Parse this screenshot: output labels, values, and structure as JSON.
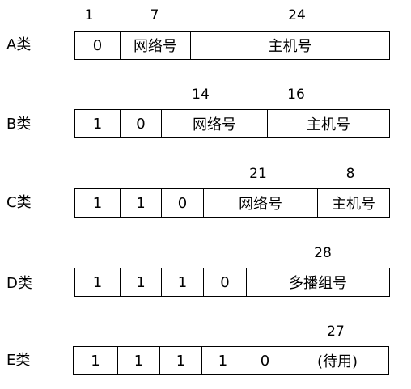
{
  "classes": [
    {
      "label": "A类",
      "top_labels": [
        "1",
        "7",
        "24"
      ],
      "cells": [
        "0",
        "网络号",
        "主机号"
      ]
    },
    {
      "label": "B类",
      "top_labels": [
        "14",
        "16"
      ],
      "cells": [
        "1",
        "0",
        "网络号",
        "主机号"
      ]
    },
    {
      "label": "C类",
      "top_labels": [
        "21",
        "8"
      ],
      "cells": [
        "1",
        "1",
        "0",
        "网络号",
        "主机号"
      ]
    },
    {
      "label": "D类",
      "top_labels": [
        "28"
      ],
      "cells": [
        "1",
        "1",
        "1",
        "0",
        "多播组号"
      ]
    },
    {
      "label": "E类",
      "top_labels": [
        "27"
      ],
      "cells": [
        "1",
        "1",
        "1",
        "1",
        "0",
        "(待用)"
      ]
    }
  ]
}
